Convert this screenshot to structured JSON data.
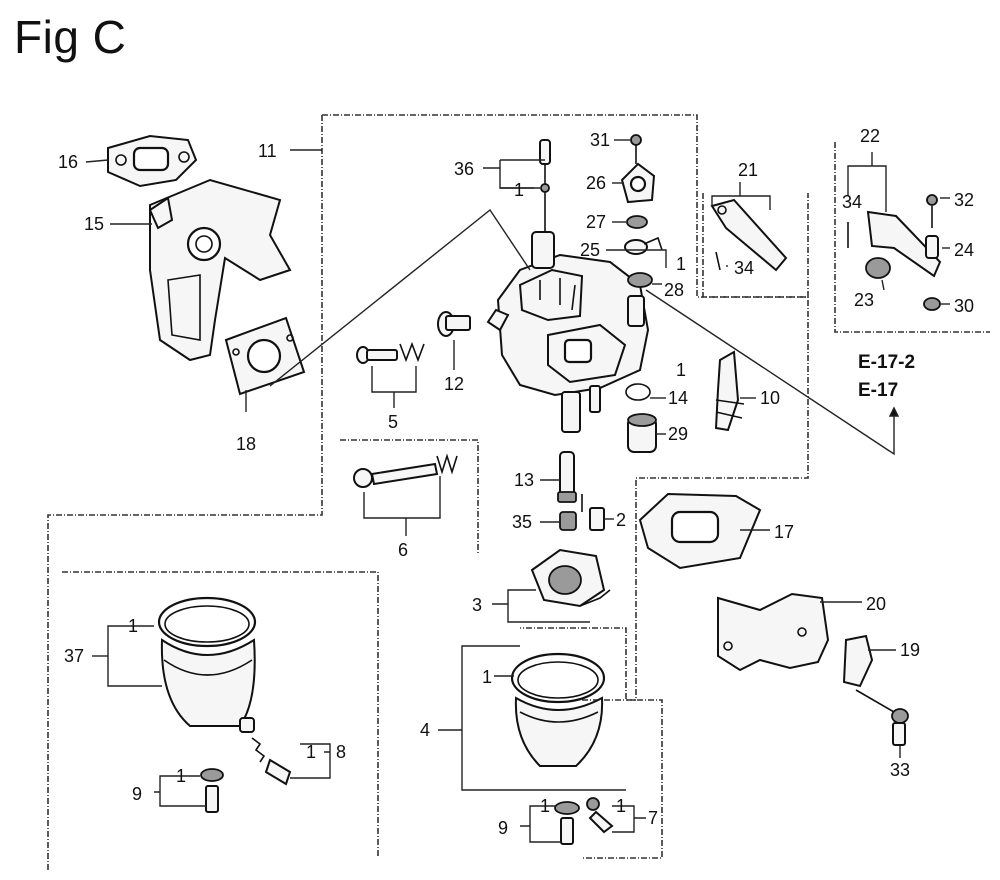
{
  "figure": {
    "title": "Fig C",
    "refs": [
      "E-17-2",
      "E-17"
    ]
  },
  "labels": {
    "p1": "1",
    "p2": "2",
    "p3": "3",
    "p4": "4",
    "p5": "5",
    "p6": "6",
    "p7": "7",
    "p8": "8",
    "p9": "9",
    "p10": "10",
    "p11": "11",
    "p12": "12",
    "p13": "13",
    "p14": "14",
    "p15": "15",
    "p16": "16",
    "p17": "17",
    "p18": "18",
    "p19": "19",
    "p20": "20",
    "p21": "21",
    "p22": "22",
    "p23": "23",
    "p24": "24",
    "p25": "25",
    "p26": "26",
    "p27": "27",
    "p28": "28",
    "p29": "29",
    "p30": "30",
    "p31": "31",
    "p32": "32",
    "p33": "33",
    "p34": "34",
    "p35": "35",
    "p36": "36",
    "p37": "37"
  }
}
